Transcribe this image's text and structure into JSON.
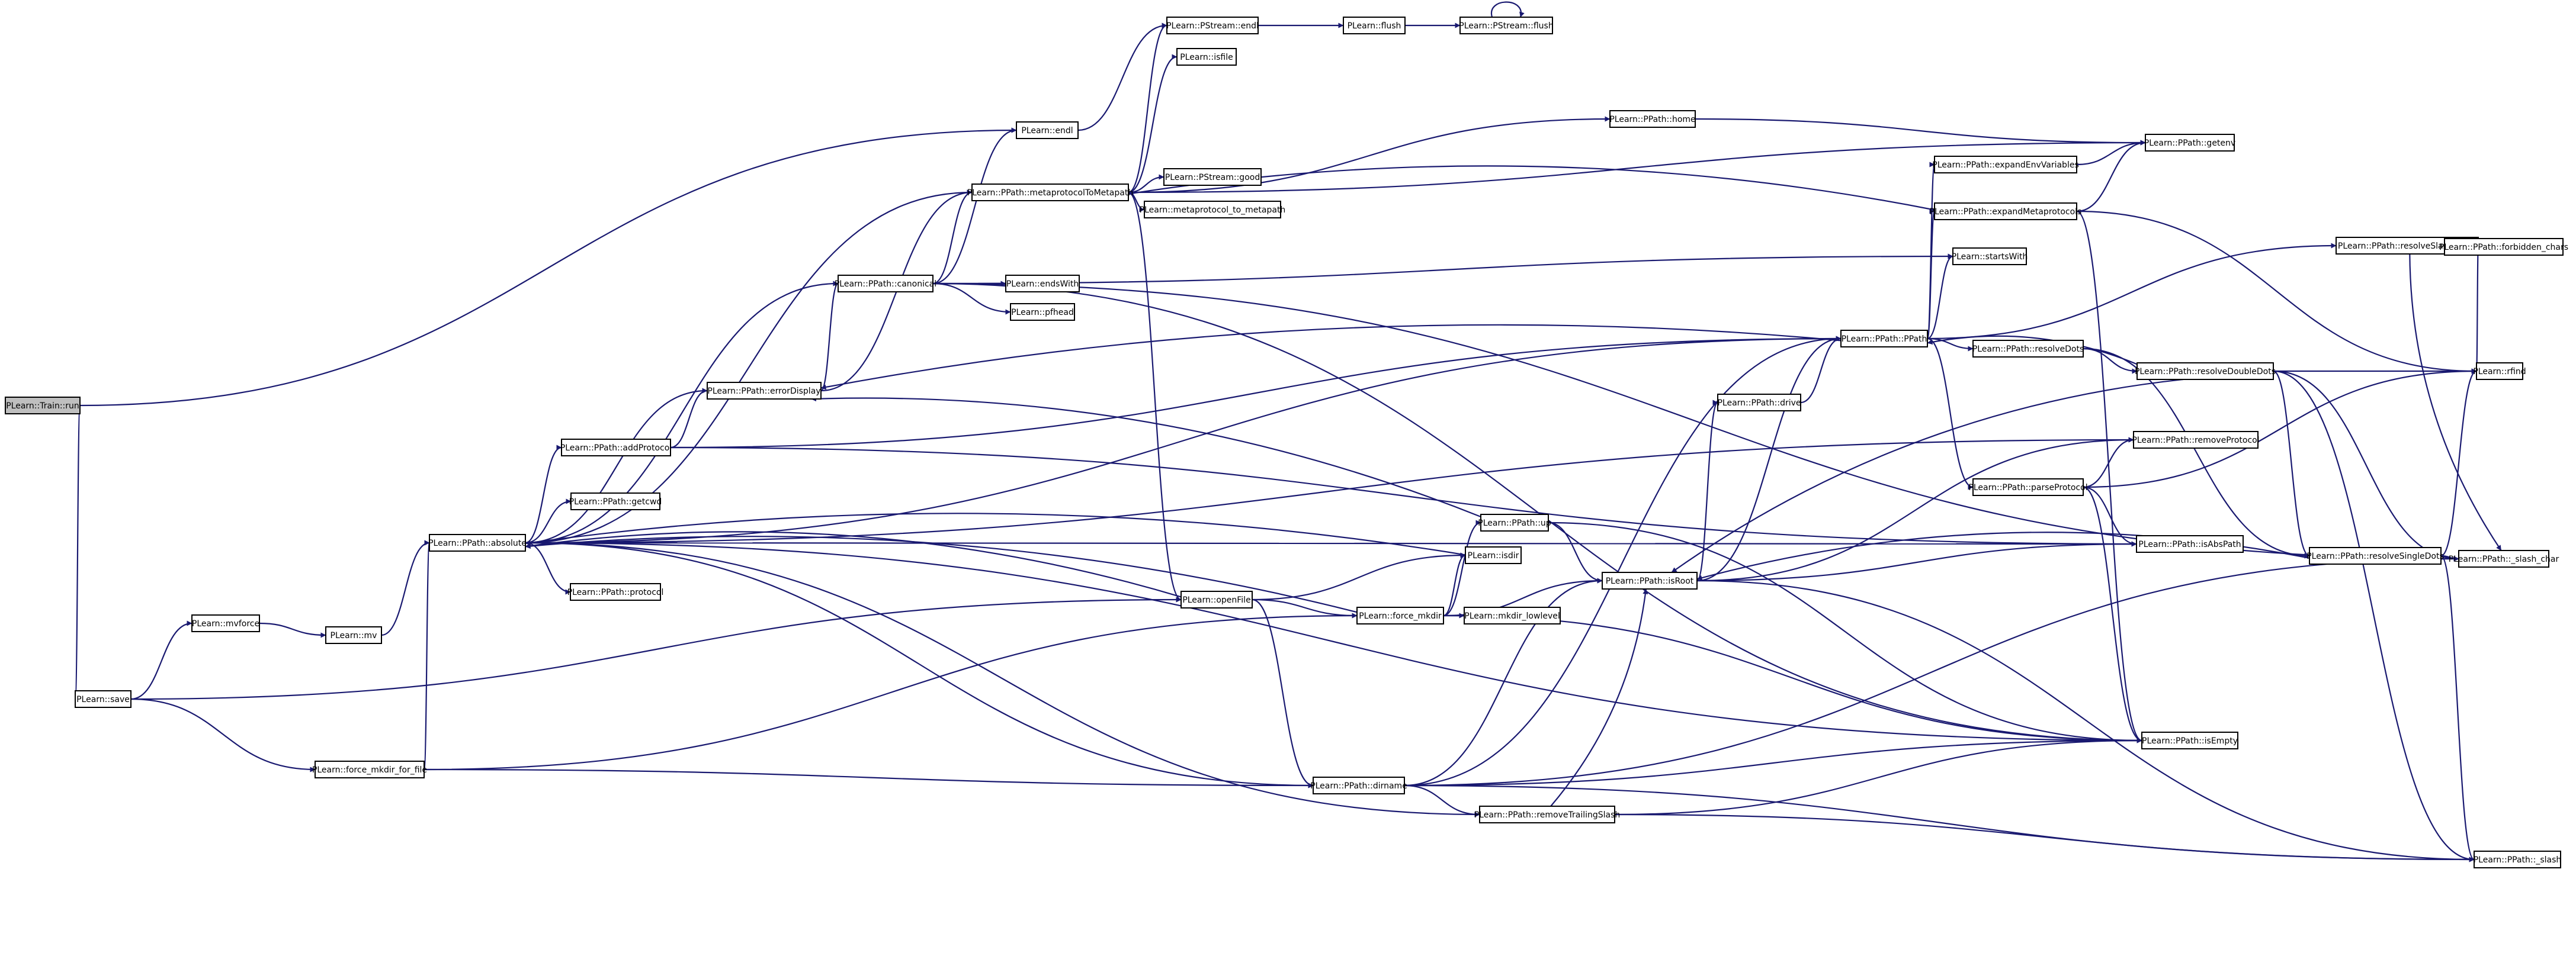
{
  "colors": {
    "edge": "#191970",
    "node_fill": "#ffffff",
    "root_fill": "#bfbfbf",
    "node_border": "#000000"
  },
  "nodes": [
    {
      "id": "train_run",
      "label": "PLearn::Train::run",
      "root": true
    },
    {
      "id": "endl",
      "label": "PLearn::endl"
    },
    {
      "id": "save",
      "label": "PLearn::save"
    },
    {
      "id": "pstream_endl",
      "label": "PLearn::PStream::endl"
    },
    {
      "id": "flush",
      "label": "PLearn::flush"
    },
    {
      "id": "pstream_flush",
      "label": "PLearn::PStream::flush"
    },
    {
      "id": "isfile",
      "label": "PLearn::isfile"
    },
    {
      "id": "home",
      "label": "PLearn::PPath::home"
    },
    {
      "id": "getenv",
      "label": "PLearn::PPath::getenv"
    },
    {
      "id": "expandEnv",
      "label": "PLearn::PPath::expandEnvVariables"
    },
    {
      "id": "metaToMeta",
      "label": "PLearn::PPath::metaprotocolToMetapath"
    },
    {
      "id": "pstream_good",
      "label": "PLearn::PStream::good"
    },
    {
      "id": "meta_to_meta",
      "label": "PLearn::metaprotocol_to_metapath"
    },
    {
      "id": "expandMeta",
      "label": "PLearn::PPath::expandMetaprotocols"
    },
    {
      "id": "canonical",
      "label": "PLearn::PPath::canonical"
    },
    {
      "id": "endsWith",
      "label": "PLearn::endsWith"
    },
    {
      "id": "pfhead",
      "label": "PLearn::pfhead"
    },
    {
      "id": "startsWith",
      "label": "PLearn::startsWith"
    },
    {
      "id": "resolveSlash",
      "label": "PLearn::PPath::resolveSlashChars"
    },
    {
      "id": "forbidden",
      "label": "PLearn::PPath::forbidden_chars"
    },
    {
      "id": "ppath",
      "label": "PLearn::PPath::PPath"
    },
    {
      "id": "resolveDots",
      "label": "PLearn::PPath::resolveDots"
    },
    {
      "id": "errorDisplay",
      "label": "PLearn::PPath::errorDisplay"
    },
    {
      "id": "resolveDouble",
      "label": "PLearn::PPath::resolveDoubleDots"
    },
    {
      "id": "rfind",
      "label": "PLearn::rfind"
    },
    {
      "id": "drive",
      "label": "PLearn::PPath::drive"
    },
    {
      "id": "addProtocol",
      "label": "PLearn::PPath::addProtocol"
    },
    {
      "id": "removeProtocol",
      "label": "PLearn::PPath::removeProtocol"
    },
    {
      "id": "parseProtocol",
      "label": "PLearn::PPath::parseProtocol"
    },
    {
      "id": "getcwd",
      "label": "PLearn::PPath::getcwd"
    },
    {
      "id": "up",
      "label": "PLearn::PPath::up"
    },
    {
      "id": "isAbsPath",
      "label": "PLearn::PPath::isAbsPath"
    },
    {
      "id": "absolute",
      "label": "PLearn::PPath::absolute"
    },
    {
      "id": "isdir",
      "label": "PLearn::isdir"
    },
    {
      "id": "resolveSingle",
      "label": "PLearn::PPath::resolveSingleDots"
    },
    {
      "id": "slash_char",
      "label": "PLearn::PPath::_slash_char"
    },
    {
      "id": "isRoot",
      "label": "PLearn::PPath::isRoot"
    },
    {
      "id": "protocol",
      "label": "PLearn::PPath::protocol"
    },
    {
      "id": "openFile",
      "label": "PLearn::openFile"
    },
    {
      "id": "mvforce",
      "label": "PLearn::mvforce"
    },
    {
      "id": "mv",
      "label": "PLearn::mv"
    },
    {
      "id": "force_mkdir",
      "label": "PLearn::force_mkdir"
    },
    {
      "id": "mkdir_lowlevel",
      "label": "PLearn::mkdir_lowlevel"
    },
    {
      "id": "isEmpty",
      "label": "PLearn::PPath::isEmpty"
    },
    {
      "id": "fmkdir_file",
      "label": "PLearn::force_mkdir_for_file"
    },
    {
      "id": "dirname",
      "label": "PLearn::PPath::dirname"
    },
    {
      "id": "removeTrailing",
      "label": "PLearn::PPath::removeTrailingSlash"
    },
    {
      "id": "slash",
      "label": "PLearn::PPath::_slash"
    }
  ],
  "edges": [
    [
      "train_run",
      "endl"
    ],
    [
      "train_run",
      "save"
    ],
    [
      "endl",
      "pstream_endl"
    ],
    [
      "pstream_endl",
      "flush"
    ],
    [
      "flush",
      "pstream_flush"
    ],
    [
      "pstream_flush",
      "pstream_flush"
    ],
    [
      "save",
      "mvforce"
    ],
    [
      "save",
      "openFile"
    ],
    [
      "save",
      "fmkdir_file"
    ],
    [
      "mvforce",
      "mv"
    ],
    [
      "mv",
      "absolute"
    ],
    [
      "fmkdir_file",
      "absolute"
    ],
    [
      "fmkdir_file",
      "force_mkdir"
    ],
    [
      "fmkdir_file",
      "dirname"
    ],
    [
      "absolute",
      "errorDisplay"
    ],
    [
      "absolute",
      "addProtocol"
    ],
    [
      "absolute",
      "getcwd"
    ],
    [
      "absolute",
      "protocol"
    ],
    [
      "absolute",
      "canonical"
    ],
    [
      "absolute",
      "ppath"
    ],
    [
      "absolute",
      "removeProtocol"
    ],
    [
      "absolute",
      "isAbsPath"
    ],
    [
      "absolute",
      "isEmpty"
    ],
    [
      "absolute",
      "removeTrailing"
    ],
    [
      "absolute",
      "dirname"
    ],
    [
      "absolute",
      "metaToMeta"
    ],
    [
      "errorDisplay",
      "canonical"
    ],
    [
      "errorDisplay",
      "metaToMeta"
    ],
    [
      "addProtocol",
      "errorDisplay"
    ],
    [
      "addProtocol",
      "ppath"
    ],
    [
      "addProtocol",
      "isAbsPath"
    ],
    [
      "canonical",
      "endl"
    ],
    [
      "canonical",
      "metaToMeta"
    ],
    [
      "canonical",
      "endsWith"
    ],
    [
      "canonical",
      "pfhead"
    ],
    [
      "canonical",
      "startsWith"
    ],
    [
      "canonical",
      "isEmpty"
    ],
    [
      "canonical",
      "slash_char"
    ],
    [
      "metaToMeta",
      "pstream_endl"
    ],
    [
      "metaToMeta",
      "isfile"
    ],
    [
      "metaToMeta",
      "getenv"
    ],
    [
      "metaToMeta",
      "home"
    ],
    [
      "metaToMeta",
      "pstream_good"
    ],
    [
      "metaToMeta",
      "meta_to_meta"
    ],
    [
      "metaToMeta",
      "openFile"
    ],
    [
      "home",
      "getenv"
    ],
    [
      "expandEnv",
      "getenv"
    ],
    [
      "expandMeta",
      "getenv"
    ],
    [
      "expandMeta",
      "rfind"
    ],
    [
      "expandMeta",
      "isEmpty"
    ],
    [
      "expandMeta",
      "metaToMeta"
    ],
    [
      "ppath",
      "expandEnv"
    ],
    [
      "ppath",
      "expandMeta"
    ],
    [
      "ppath",
      "startsWith"
    ],
    [
      "ppath",
      "resolveSlash"
    ],
    [
      "ppath",
      "resolveDots"
    ],
    [
      "ppath",
      "parseProtocol"
    ],
    [
      "ppath",
      "errorDisplay"
    ],
    [
      "resolveSlash",
      "forbidden"
    ],
    [
      "resolveSlash",
      "rfind"
    ],
    [
      "resolveSlash",
      "slash_char"
    ],
    [
      "resolveDots",
      "resolveDouble"
    ],
    [
      "resolveDots",
      "resolveSingle"
    ],
    [
      "resolveDouble",
      "rfind"
    ],
    [
      "resolveDouble",
      "slash_char"
    ],
    [
      "resolveDouble",
      "slash"
    ],
    [
      "resolveDouble",
      "isRoot"
    ],
    [
      "resolveDouble",
      "resolveSingle"
    ],
    [
      "resolveDouble",
      "ppath"
    ],
    [
      "resolveSingle",
      "rfind"
    ],
    [
      "resolveSingle",
      "slash_char"
    ],
    [
      "resolveSingle",
      "slash"
    ],
    [
      "resolveSingle",
      "isRoot"
    ],
    [
      "parseProtocol",
      "removeProtocol"
    ],
    [
      "parseProtocol",
      "isAbsPath"
    ],
    [
      "parseProtocol",
      "isEmpty"
    ],
    [
      "parseProtocol",
      "rfind"
    ],
    [
      "openFile",
      "absolute"
    ],
    [
      "openFile",
      "isdir"
    ],
    [
      "openFile",
      "force_mkdir"
    ],
    [
      "openFile",
      "dirname"
    ],
    [
      "force_mkdir",
      "absolute"
    ],
    [
      "force_mkdir",
      "isdir"
    ],
    [
      "force_mkdir",
      "isRoot"
    ],
    [
      "force_mkdir",
      "mkdir_lowlevel"
    ],
    [
      "force_mkdir",
      "isEmpty"
    ],
    [
      "force_mkdir",
      "up"
    ],
    [
      "up",
      "isRoot"
    ],
    [
      "up",
      "isEmpty"
    ],
    [
      "up",
      "errorDisplay"
    ],
    [
      "isdir",
      "absolute"
    ],
    [
      "isRoot",
      "drive"
    ],
    [
      "isRoot",
      "isAbsPath"
    ],
    [
      "isRoot",
      "slash"
    ],
    [
      "isRoot",
      "removeProtocol"
    ],
    [
      "isRoot",
      "ppath"
    ],
    [
      "drive",
      "ppath"
    ],
    [
      "dirname",
      "removeTrailing"
    ],
    [
      "dirname",
      "isRoot"
    ],
    [
      "dirname",
      "slash_char"
    ],
    [
      "dirname",
      "isEmpty"
    ],
    [
      "dirname",
      "ppath"
    ],
    [
      "dirname",
      "slash"
    ],
    [
      "removeTrailing",
      "isEmpty"
    ],
    [
      "removeTrailing",
      "slash"
    ],
    [
      "removeTrailing",
      "isRoot"
    ]
  ]
}
